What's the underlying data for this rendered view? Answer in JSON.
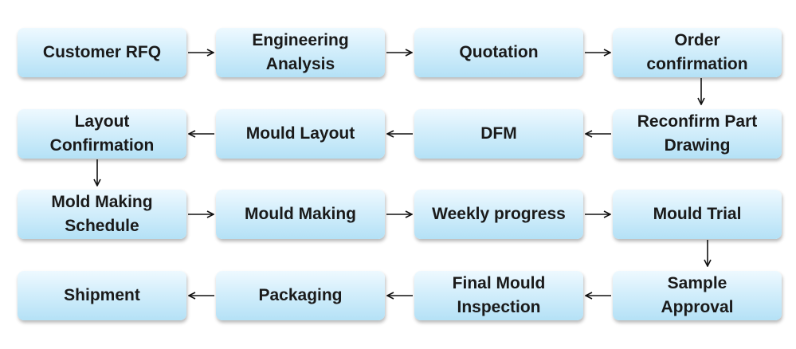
{
  "steps": [
    {
      "label": "Customer RFQ"
    },
    {
      "label": "Engineering\nAnalysis"
    },
    {
      "label": "Quotation"
    },
    {
      "label": "Order\nconfirmation"
    },
    {
      "label": "Reconfirm Part\nDrawing"
    },
    {
      "label": "DFM"
    },
    {
      "label": "Mould Layout"
    },
    {
      "label": "Layout\nConfirmation"
    },
    {
      "label": "Mold Making\nSchedule"
    },
    {
      "label": "Mould Making"
    },
    {
      "label": "Weekly progress"
    },
    {
      "label": "Mould Trial"
    },
    {
      "label": "Sample\nApproval"
    },
    {
      "label": "Final Mould\nInspection"
    },
    {
      "label": "Packaging"
    },
    {
      "label": "Shipment"
    }
  ]
}
